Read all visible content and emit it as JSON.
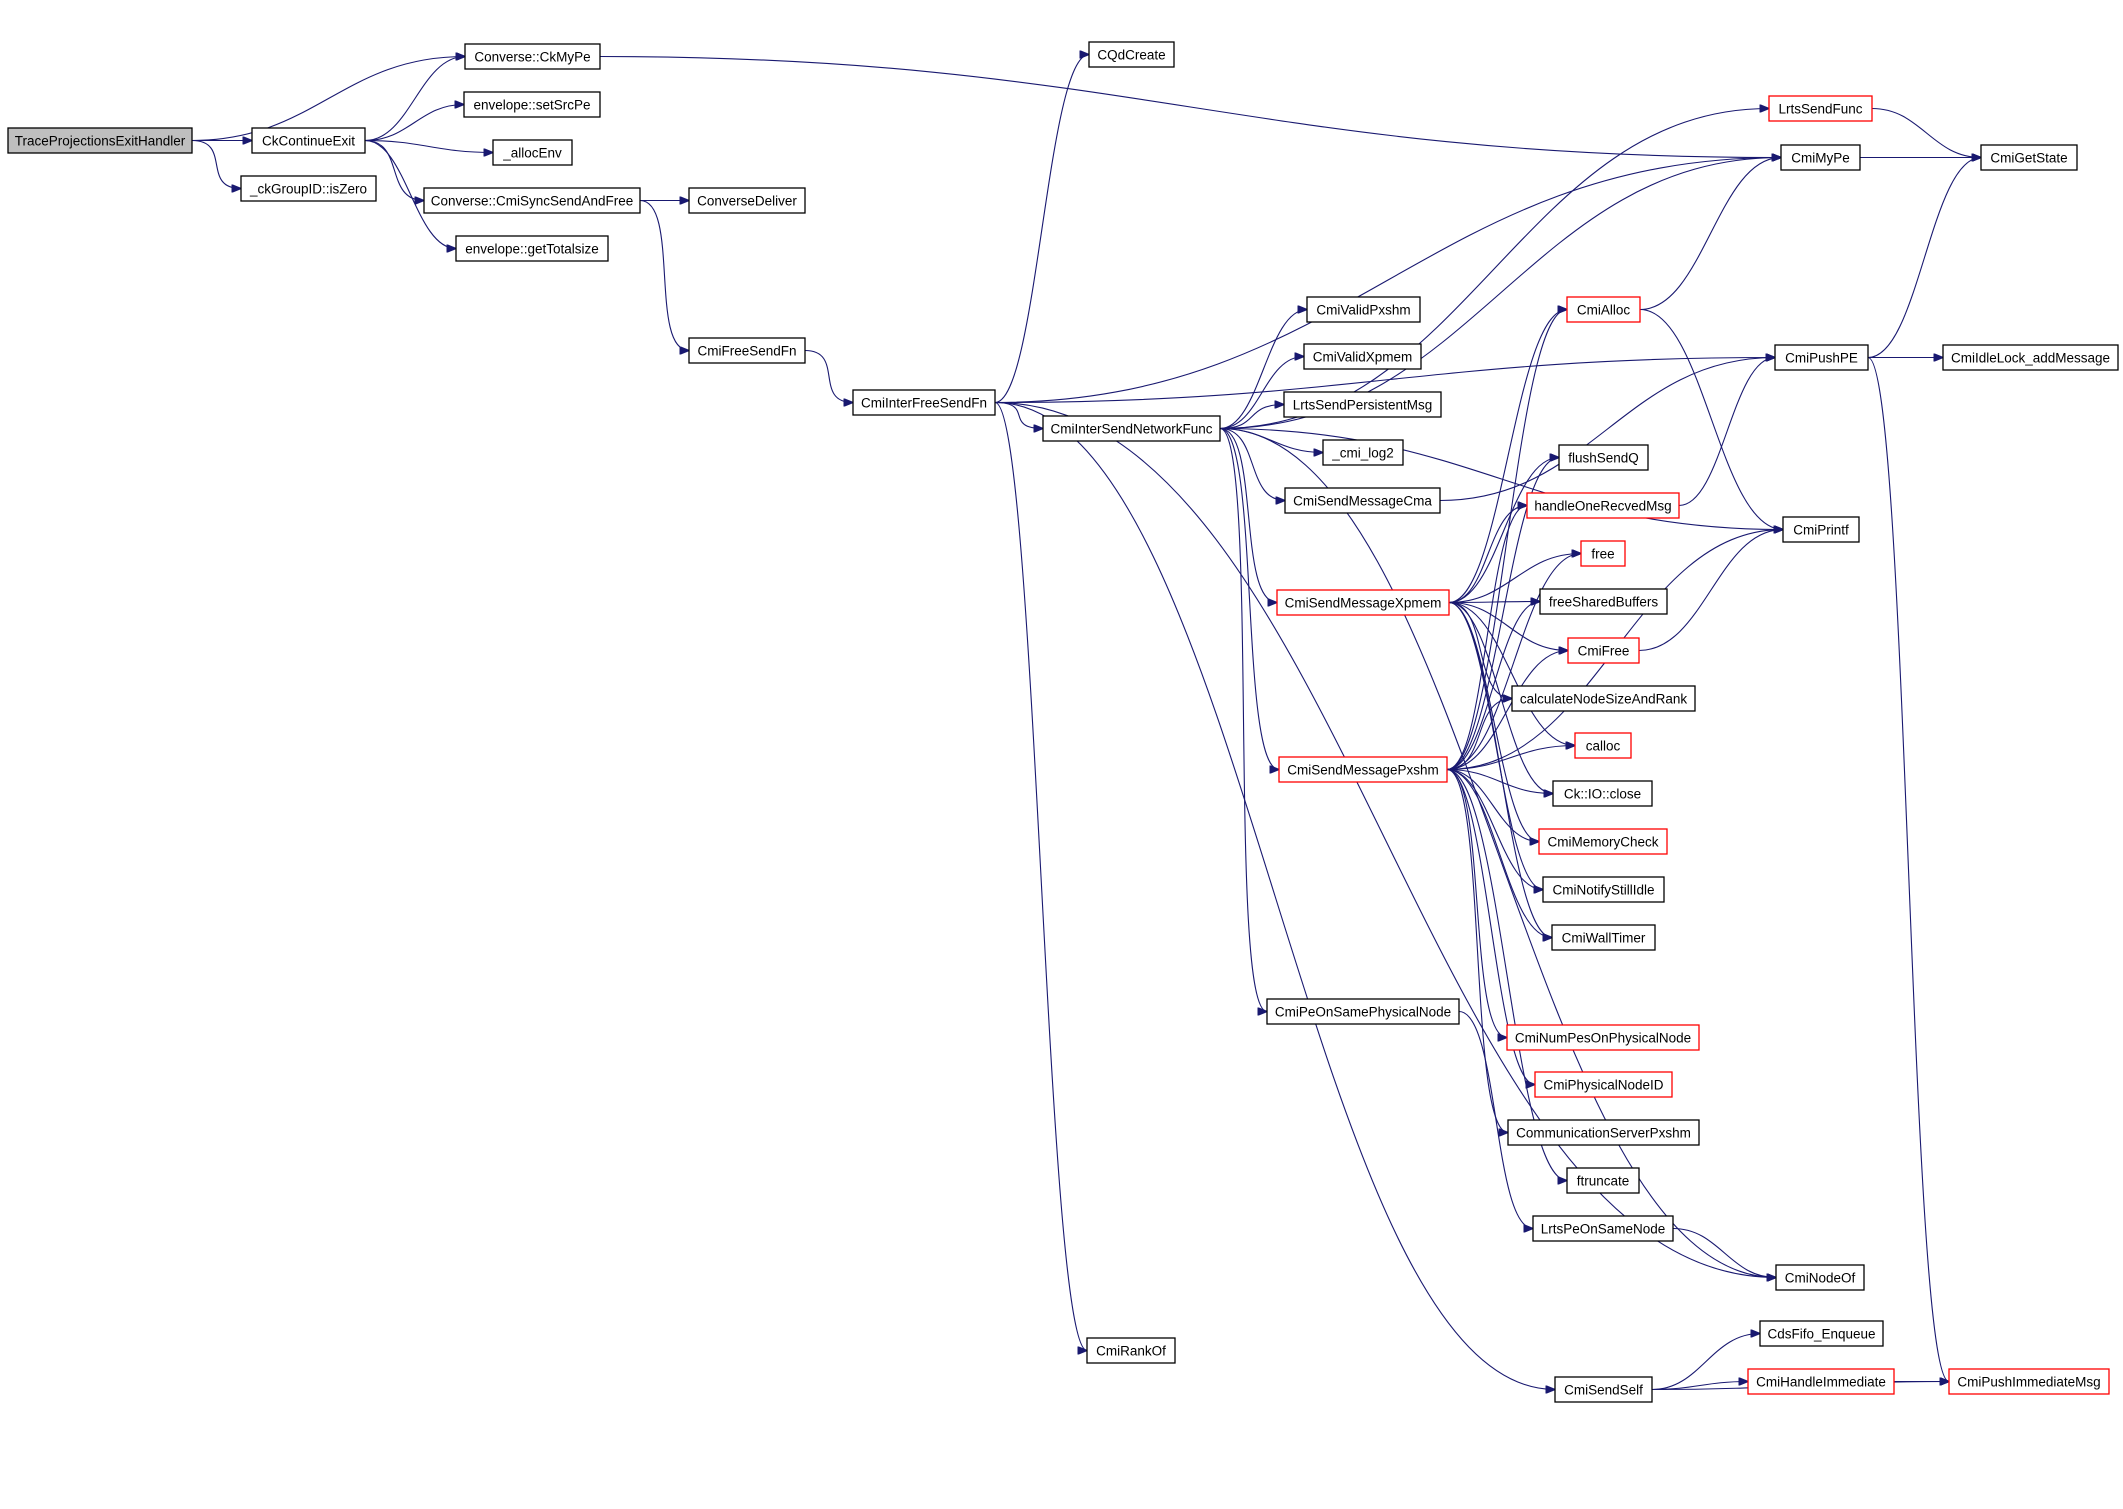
{
  "diagram": {
    "type": "call-graph",
    "colors": {
      "edge": "#191970",
      "node_border": "#000000",
      "truncated_border": "#ff0000",
      "root_fill": "#bfbfbf",
      "node_fill": "#ffffff"
    },
    "root": "TraceProjectionsExitHandler",
    "nodes": [
      {
        "id": "n0",
        "label": "TraceProjectionsExitHandler",
        "root": true
      },
      {
        "id": "n1",
        "label": "CkContinueExit"
      },
      {
        "id": "n2",
        "label": "_ckGroupID::isZero"
      },
      {
        "id": "n3",
        "label": "Converse::CkMyPe"
      },
      {
        "id": "n4",
        "label": "envelope::setSrcPe"
      },
      {
        "id": "n5",
        "label": "_allocEnv"
      },
      {
        "id": "n6",
        "label": "Converse::CmiSyncSendAndFree"
      },
      {
        "id": "n7",
        "label": "envelope::getTotalsize"
      },
      {
        "id": "n8",
        "label": "ConverseDeliver"
      },
      {
        "id": "n9",
        "label": "CmiFreeSendFn"
      },
      {
        "id": "n10",
        "label": "CmiInterFreeSendFn"
      },
      {
        "id": "n11",
        "label": "CQdCreate"
      },
      {
        "id": "n12",
        "label": "CmiInterSendNetworkFunc"
      },
      {
        "id": "n13",
        "label": "CmiValidPxshm"
      },
      {
        "id": "n14",
        "label": "CmiValidXpmem"
      },
      {
        "id": "n15",
        "label": "LrtsSendPersistentMsg"
      },
      {
        "id": "n16",
        "label": "_cmi_log2"
      },
      {
        "id": "n17",
        "label": "CmiSendMessageCma"
      },
      {
        "id": "n18",
        "label": "CmiSendMessageXpmem",
        "truncated": true
      },
      {
        "id": "n19",
        "label": "CmiSendMessagePxshm",
        "truncated": true
      },
      {
        "id": "n20",
        "label": "CmiPeOnSamePhysicalNode"
      },
      {
        "id": "n21",
        "label": "CmiRankOf"
      },
      {
        "id": "n22",
        "label": "CmiSendSelf"
      },
      {
        "id": "n23",
        "label": "LrtsSendFunc",
        "truncated": true
      },
      {
        "id": "n24",
        "label": "CmiMyPe"
      },
      {
        "id": "n25",
        "label": "CmiGetState"
      },
      {
        "id": "n26",
        "label": "CmiAlloc",
        "truncated": true
      },
      {
        "id": "n27",
        "label": "CmiPushPE"
      },
      {
        "id": "n28",
        "label": "CmiIdleLock_addMessage"
      },
      {
        "id": "n29",
        "label": "flushSendQ"
      },
      {
        "id": "n30",
        "label": "handleOneRecvedMsg",
        "truncated": true
      },
      {
        "id": "n31",
        "label": "CmiPrintf"
      },
      {
        "id": "n32",
        "label": "free",
        "truncated": true
      },
      {
        "id": "n33",
        "label": "freeSharedBuffers"
      },
      {
        "id": "n34",
        "label": "CmiFree",
        "truncated": true
      },
      {
        "id": "n35",
        "label": "calculateNodeSizeAndRank"
      },
      {
        "id": "n36",
        "label": "calloc",
        "truncated": true
      },
      {
        "id": "n37",
        "label": "Ck::IO::close"
      },
      {
        "id": "n38",
        "label": "CmiMemoryCheck",
        "truncated": true
      },
      {
        "id": "n39",
        "label": "CmiNotifyStillIdle"
      },
      {
        "id": "n40",
        "label": "CmiWallTimer"
      },
      {
        "id": "n41",
        "label": "CmiNumPesOnPhysicalNode",
        "truncated": true
      },
      {
        "id": "n42",
        "label": "CmiPhysicalNodeID",
        "truncated": true
      },
      {
        "id": "n43",
        "label": "CommunicationServerPxshm"
      },
      {
        "id": "n44",
        "label": "ftruncate"
      },
      {
        "id": "n45",
        "label": "LrtsPeOnSameNode"
      },
      {
        "id": "n46",
        "label": "CmiNodeOf"
      },
      {
        "id": "n47",
        "label": "CdsFifo_Enqueue"
      },
      {
        "id": "n48",
        "label": "CmiHandleImmediate",
        "truncated": true
      },
      {
        "id": "n49",
        "label": "CmiPushImmediateMsg",
        "truncated": true
      }
    ],
    "edges": [
      [
        "n0",
        "n3"
      ],
      [
        "n0",
        "n1"
      ],
      [
        "n0",
        "n2"
      ],
      [
        "n3",
        "n24"
      ],
      [
        "n1",
        "n3"
      ],
      [
        "n1",
        "n4"
      ],
      [
        "n1",
        "n5"
      ],
      [
        "n1",
        "n6"
      ],
      [
        "n1",
        "n7"
      ],
      [
        "n6",
        "n8"
      ],
      [
        "n6",
        "n9"
      ],
      [
        "n9",
        "n10"
      ],
      [
        "n10",
        "n11"
      ],
      [
        "n10",
        "n24"
      ],
      [
        "n10",
        "n27"
      ],
      [
        "n10",
        "n12"
      ],
      [
        "n10",
        "n46"
      ],
      [
        "n10",
        "n21"
      ],
      [
        "n10",
        "n22"
      ],
      [
        "n12",
        "n23"
      ],
      [
        "n12",
        "n24"
      ],
      [
        "n12",
        "n13"
      ],
      [
        "n12",
        "n14"
      ],
      [
        "n12",
        "n15"
      ],
      [
        "n12",
        "n16"
      ],
      [
        "n12",
        "n17"
      ],
      [
        "n12",
        "n18"
      ],
      [
        "n12",
        "n19"
      ],
      [
        "n12",
        "n20"
      ],
      [
        "n12",
        "n46"
      ],
      [
        "n12",
        "n31"
      ],
      [
        "n17",
        "n27"
      ],
      [
        "n18",
        "n26"
      ],
      [
        "n18",
        "n29"
      ],
      [
        "n18",
        "n30"
      ],
      [
        "n18",
        "n32"
      ],
      [
        "n18",
        "n33"
      ],
      [
        "n18",
        "n34"
      ],
      [
        "n18",
        "n35"
      ],
      [
        "n18",
        "n36"
      ],
      [
        "n18",
        "n37"
      ],
      [
        "n18",
        "n38"
      ],
      [
        "n18",
        "n39"
      ],
      [
        "n18",
        "n40"
      ],
      [
        "n19",
        "n26"
      ],
      [
        "n19",
        "n29"
      ],
      [
        "n19",
        "n30"
      ],
      [
        "n19",
        "n32"
      ],
      [
        "n19",
        "n33"
      ],
      [
        "n19",
        "n34"
      ],
      [
        "n19",
        "n35"
      ],
      [
        "n19",
        "n36"
      ],
      [
        "n19",
        "n37"
      ],
      [
        "n19",
        "n38"
      ],
      [
        "n19",
        "n39"
      ],
      [
        "n19",
        "n40"
      ],
      [
        "n19",
        "n41"
      ],
      [
        "n19",
        "n42"
      ],
      [
        "n19",
        "n43"
      ],
      [
        "n19",
        "n44"
      ],
      [
        "n19",
        "n31"
      ],
      [
        "n26",
        "n24"
      ],
      [
        "n26",
        "n31"
      ],
      [
        "n30",
        "n27"
      ],
      [
        "n34",
        "n31"
      ],
      [
        "n23",
        "n25"
      ],
      [
        "n24",
        "n25"
      ],
      [
        "n27",
        "n25"
      ],
      [
        "n27",
        "n28"
      ],
      [
        "n27",
        "n49"
      ],
      [
        "n20",
        "n45"
      ],
      [
        "n45",
        "n46"
      ],
      [
        "n22",
        "n47"
      ],
      [
        "n22",
        "n48"
      ],
      [
        "n22",
        "n49"
      ],
      [
        "n48",
        "n49"
      ]
    ]
  }
}
